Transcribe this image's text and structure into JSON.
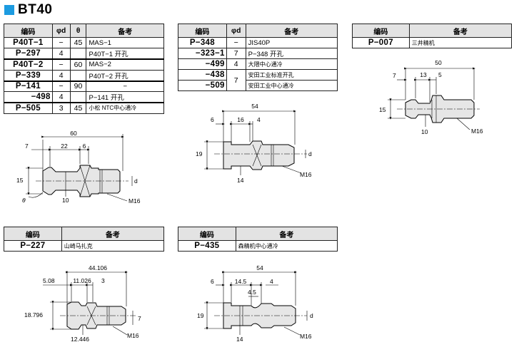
{
  "header": {
    "title": "BT40"
  },
  "table1": {
    "headers": [
      "编码",
      "φd",
      "θ",
      "备考"
    ],
    "rows": [
      {
        "code": "P40T−1",
        "d": "−",
        "theta": "45",
        "remark": "MAS−1"
      },
      {
        "code": "P−297",
        "d": "4",
        "theta": "",
        "remark": "P40T−1 开孔"
      },
      {
        "code": "P40T−2",
        "d": "−",
        "theta": "60",
        "remark": "MAS−2"
      },
      {
        "code": "P−339",
        "d": "4",
        "theta": "",
        "remark": "P40T−2 开孔"
      },
      {
        "code": "P−141",
        "d": "−",
        "theta": "90",
        "remark": "−"
      },
      {
        "code": "−498",
        "d": "4",
        "theta": "",
        "remark": "P−141 开孔"
      },
      {
        "code": "P−505",
        "d": "3",
        "theta": "45",
        "remark": "小松 NTC中心通冷"
      }
    ]
  },
  "table2": {
    "headers": [
      "编码",
      "φd",
      "备考"
    ],
    "rows": [
      {
        "code": "P−348",
        "d": "−",
        "remark": "JIS40P"
      },
      {
        "code": "−323−1",
        "d": "7",
        "remark": "P−348 开孔"
      },
      {
        "code": "−499",
        "d": "4",
        "remark": "大隈中心通冷"
      },
      {
        "code": "−438",
        "d": "7",
        "remark": "安田工业标准开孔"
      },
      {
        "code": "−509",
        "d": "",
        "remark": "安田工业中心通冷"
      }
    ]
  },
  "table3": {
    "headers": [
      "编码",
      "备考"
    ],
    "rows": [
      {
        "code": "P−007",
        "remark": "三井精机"
      }
    ]
  },
  "table4": {
    "headers": [
      "编码",
      "备考"
    ],
    "rows": [
      {
        "code": "P−227",
        "remark": "山崎马扎克"
      }
    ]
  },
  "table5": {
    "headers": [
      "编码",
      "备考"
    ],
    "rows": [
      {
        "code": "P−435",
        "remark": "森精机中心通冷"
      }
    ]
  },
  "drawing1": {
    "overall": "60",
    "d1": "7",
    "d2": "22",
    "d3": "6",
    "dia_head": "15",
    "dia_neck": "10",
    "thread": "M16",
    "angle": "θ",
    "bore": "d"
  },
  "drawing2": {
    "overall": "54",
    "d1": "6",
    "d2": "16",
    "d3": "4",
    "dia_head": "19",
    "dia_neck": "14",
    "thread": "M16",
    "bore": "d"
  },
  "drawing3": {
    "overall": "50",
    "d1": "7",
    "d2": "13",
    "d3": "5",
    "dia_head": "15",
    "dia_neck": "10",
    "thread": "M16"
  },
  "drawing4": {
    "overall": "44.106",
    "d1": "5.08",
    "d2": "11.026",
    "d3": "3",
    "dia_head": "18.796",
    "dia_neck": "12.446",
    "thread": "M16",
    "bore": "7"
  },
  "drawing5": {
    "overall": "54",
    "d1": "6",
    "d2": "14.5",
    "d3": "4",
    "d4": "4.5",
    "dia_head": "19",
    "dia_neck": "14",
    "thread": "M16",
    "bore": "d"
  },
  "colors": {
    "accent": "#1c9be0",
    "header_bg": "#e3e3e3",
    "part_fill": "#e6e6e6"
  }
}
